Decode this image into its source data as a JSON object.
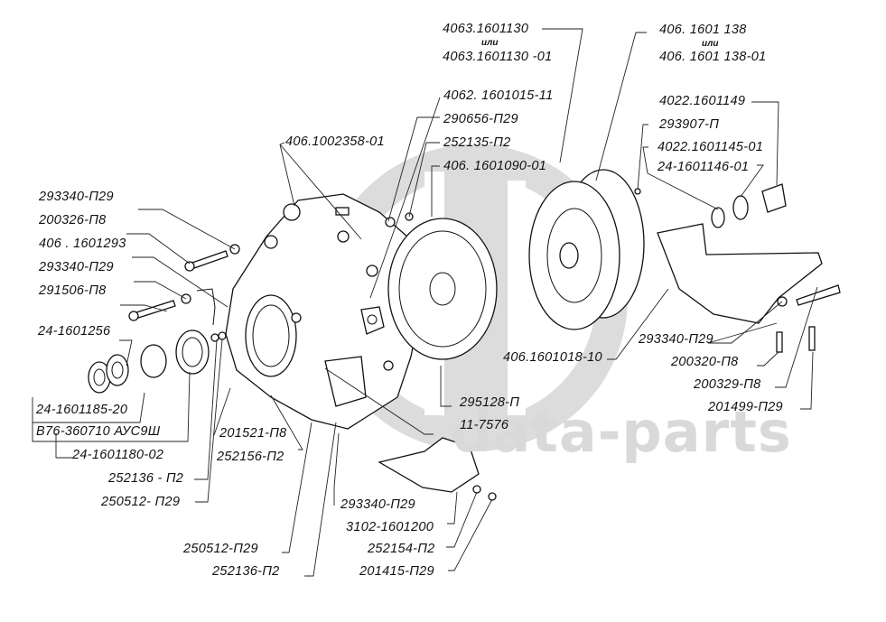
{
  "diagram": {
    "title": "Clutch assembly exploded view",
    "watermark": "data-parts",
    "or_word": "или",
    "labels": {
      "l_293340_top": "293340-П29",
      "l_200326": "200326-П8",
      "l_406_1601293": "406 . 1601293",
      "l_293340_2": "293340-П29",
      "l_291506": "291506-П8",
      "l_24_1601256": "24-1601256",
      "l_24_1601185_20": "24-1601185-20",
      "l_b76": "В76-360710 АУС9Ш",
      "l_24_1601180_02": "24-1601180-02",
      "l_252136_a": "252136 - П2",
      "l_250512_a": "250512- П29",
      "l_201521": "201521-П8",
      "l_252156": "252156-П2",
      "l_250512_b": "250512-П29",
      "l_252136_b": "252136-П2",
      "l_406_1002358": "406.1002358-01",
      "l_4063_a": "4063.1601130",
      "l_4063_b": "4063.1601130 -01",
      "l_4062": "4062. 1601015-11",
      "l_290656": "290656-П29",
      "l_252135": "252135-П2",
      "l_406_1601090": "406. 1601090-01",
      "l_406_138_a": "406. 1601 138",
      "l_406_138_b": "406. 1601 138-01",
      "l_4022_149": "4022.1601149",
      "l_293907": "293907-П",
      "l_4022_145": "4022.1601145-01",
      "l_24_1601146": "24-1601146-01",
      "l_406_1601018": "406.1601018-10",
      "l_295128": "295128-П",
      "l_11_7576": "11-7576",
      "l_293340_r": "293340-П29",
      "l_200320": "200320-П8",
      "l_200329": "200329-П8",
      "l_201499": "201499-П29",
      "l_293340_b": "293340-П29",
      "l_3102": "3102-1601200",
      "l_252154": "252154-П2",
      "l_201415": "201415-П29"
    }
  }
}
